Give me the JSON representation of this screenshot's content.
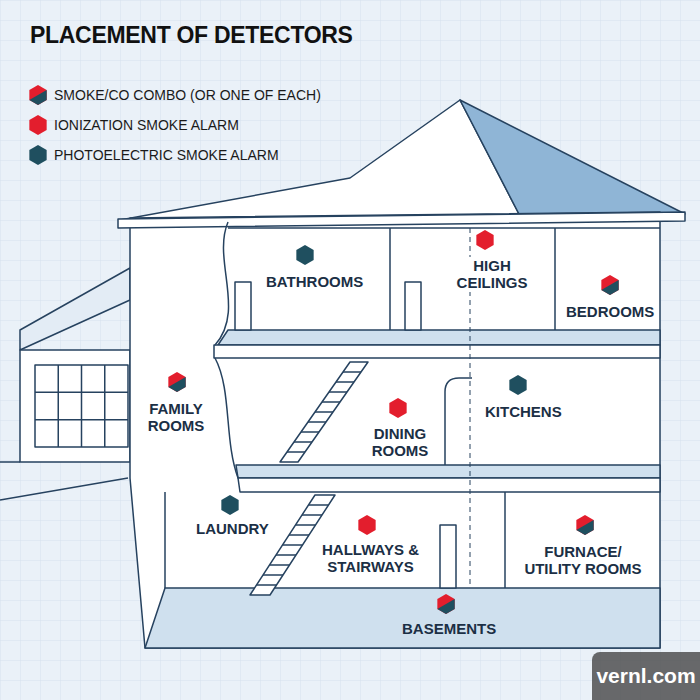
{
  "diagram": {
    "title": "PLACEMENT OF DETECTORS",
    "labels": [
      "BATHROOMS",
      "HIGH CEILINGS",
      "BEDROOMS",
      "FAMILY ROOMS",
      "DINING ROOMS",
      "KITCHENS",
      "LAUNDRY",
      "HALLWAYS & STAIRWAYS",
      "FURNACE/ UTILITY ROOMS",
      "BASEMENTS",
      "vernl.com"
    ],
    "legend": [
      {
        "text": "SMOKE/CO COMBO (OR ONE OF EACH)"
      },
      {
        "text": "IONIZATION SMOKE ALARM",
        "color": "#e31e2d"
      },
      {
        "text": "PHOTOELECTRIC SMOKE ALARM",
        "color": "#1f4f5f"
      }
    ]
  }
}
